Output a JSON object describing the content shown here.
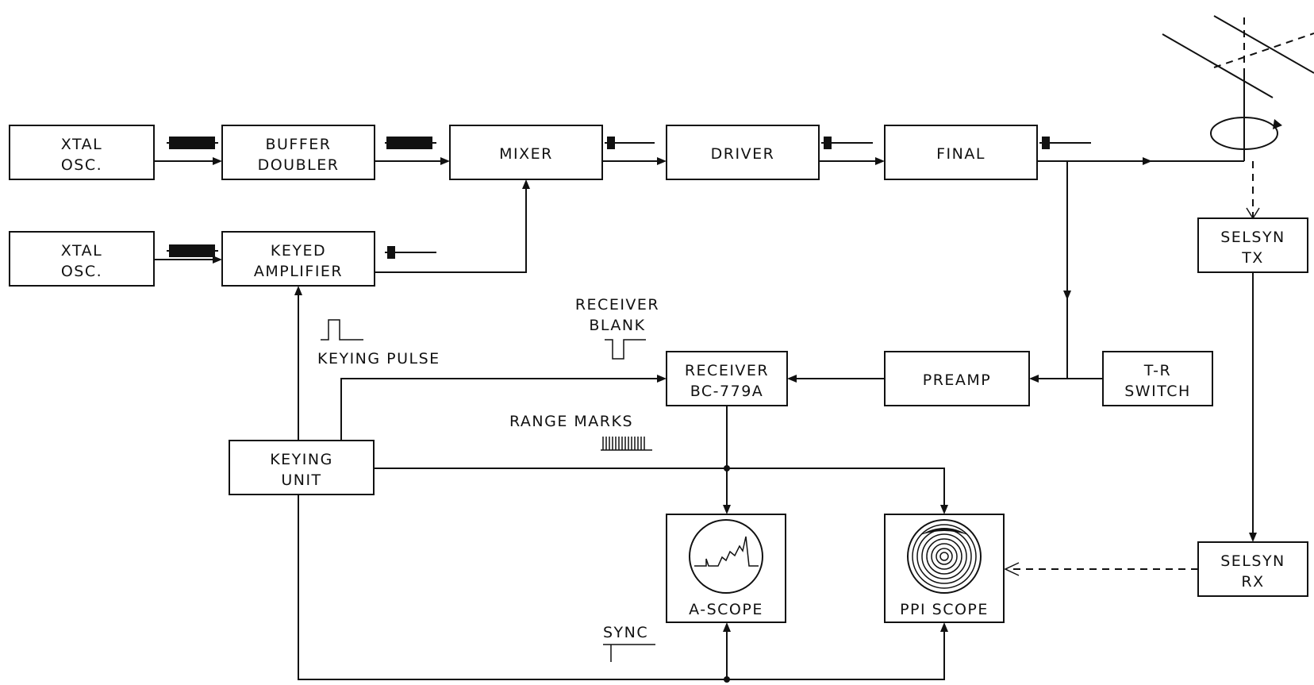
{
  "blocks": {
    "xtal_osc_1": [
      "XTAL",
      "OSC."
    ],
    "buffer_doubler": [
      "BUFFER",
      "DOUBLER"
    ],
    "mixer": [
      "MIXER"
    ],
    "driver": [
      "DRIVER"
    ],
    "final": [
      "FINAL"
    ],
    "xtal_osc_2": [
      "XTAL",
      "OSC."
    ],
    "keyed_amplifier": [
      "KEYED",
      "AMPLIFIER"
    ],
    "selsyn_tx": [
      "SELSYN",
      "TX"
    ],
    "receiver": [
      "RECEIVER",
      "BC-779A"
    ],
    "preamp": [
      "PREAMP"
    ],
    "tr_switch": [
      "T-R",
      "SWITCH"
    ],
    "keying_unit": [
      "KEYING",
      "UNIT"
    ],
    "a_scope": [
      "A-SCOPE"
    ],
    "ppi_scope": [
      "PPI SCOPE"
    ],
    "selsyn_rx": [
      "SELSYN",
      "RX"
    ]
  },
  "labels": {
    "keying_pulse": "KEYING PULSE",
    "receiver_blank": [
      "RECEIVER",
      "BLANK"
    ],
    "range_marks": "RANGE MARKS",
    "sync": "SYNC"
  }
}
